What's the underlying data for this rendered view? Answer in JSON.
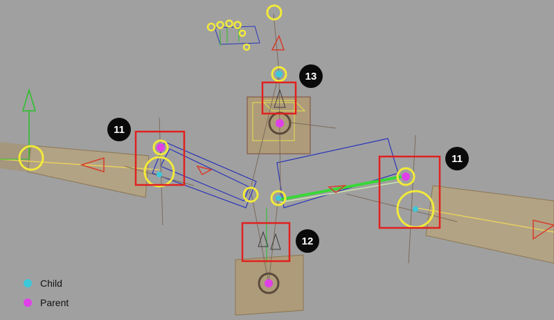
{
  "viewport": {
    "background": "#a0a0a0",
    "colors": {
      "selection_box": "#e0201e",
      "joint_ring": "#f2ea3a",
      "child_marker": "#3cc8d8",
      "parent_marker": "#e040e8",
      "mesh_block": "#b8a47c",
      "bone_line": "#2a34b8",
      "axis_green": "#28c028",
      "axis_red": "#d83a2a"
    }
  },
  "callouts": [
    {
      "id": "upper-joint",
      "label": "13"
    },
    {
      "id": "left-joint",
      "label": "11"
    },
    {
      "id": "right-joint",
      "label": "11"
    },
    {
      "id": "lower-joint",
      "label": "12"
    }
  ],
  "legend": {
    "items": [
      {
        "label": "Child",
        "color": "#3cc8d8",
        "icon": "child-dot-icon"
      },
      {
        "label": "Parent",
        "color": "#e040e8",
        "icon": "parent-dot-icon"
      }
    ]
  }
}
